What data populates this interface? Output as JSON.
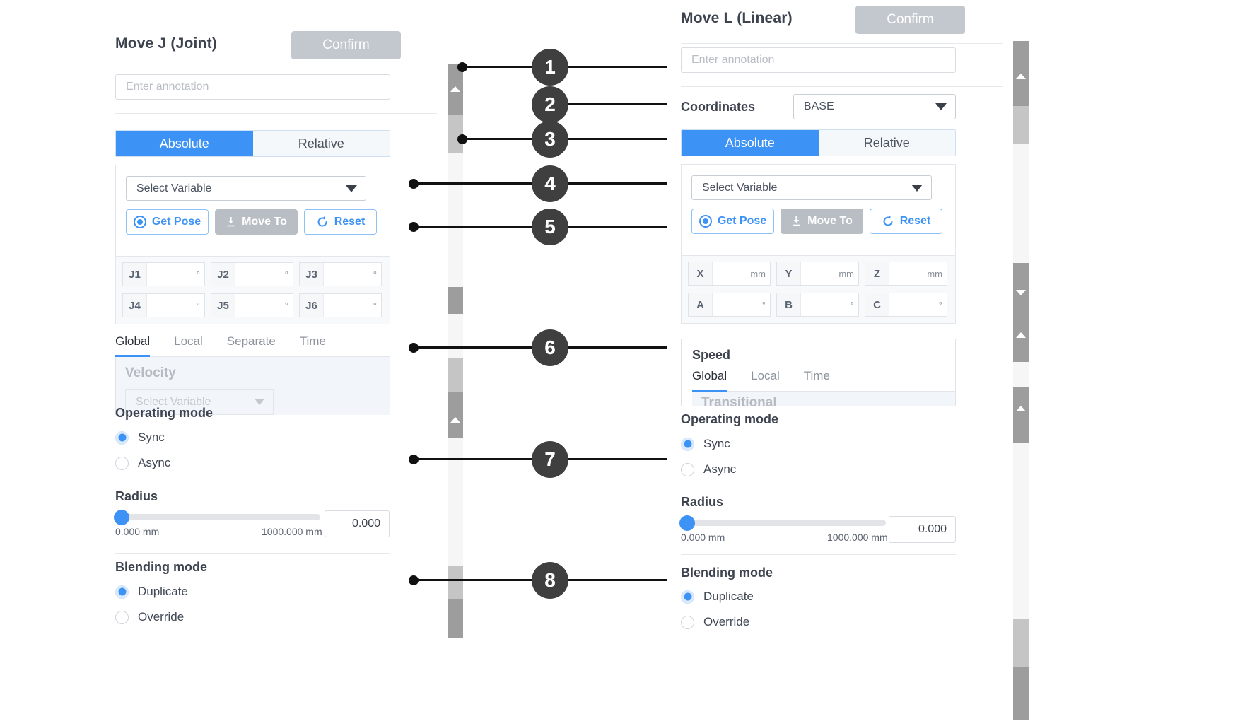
{
  "left_panel": {
    "title": "Move J (Joint)",
    "confirm_label": "Confirm",
    "annotation_placeholder": "Enter annotation",
    "mode_tabs": {
      "absolute": "Absolute",
      "relative": "Relative",
      "selected": "Absolute"
    },
    "variable_select": "Select Variable",
    "pose_buttons": {
      "get_pose": "Get Pose",
      "move_to": "Move To",
      "reset": "Reset"
    },
    "joint_fields": [
      {
        "label": "J1",
        "value": "",
        "unit": "°"
      },
      {
        "label": "J2",
        "value": "",
        "unit": "°"
      },
      {
        "label": "J3",
        "value": "",
        "unit": "°"
      },
      {
        "label": "J4",
        "value": "",
        "unit": "°"
      },
      {
        "label": "J5",
        "value": "",
        "unit": "°"
      },
      {
        "label": "J6",
        "value": "",
        "unit": "°"
      }
    ],
    "velocity_tabs": [
      "Global",
      "Local",
      "Separate",
      "Time"
    ],
    "velocity_tab_selected": "Global",
    "velocity_title": "Velocity",
    "velocity_select": "Select Variable",
    "operating_mode": {
      "title": "Operating mode",
      "options": [
        "Sync",
        "Async"
      ],
      "selected": "Sync"
    },
    "radius": {
      "title": "Radius",
      "min_label": "0.000 mm",
      "max_label": "1000.000 mm",
      "value": "0.000",
      "percent": 0
    },
    "blending_mode": {
      "title": "Blending mode",
      "options": [
        "Duplicate",
        "Override"
      ],
      "selected": "Duplicate"
    }
  },
  "right_panel": {
    "title": "Move L (Linear)",
    "confirm_label": "Confirm",
    "annotation_placeholder": "Enter annotation",
    "coordinates": {
      "label": "Coordinates",
      "value": "BASE"
    },
    "mode_tabs": {
      "absolute": "Absolute",
      "relative": "Relative",
      "selected": "Absolute"
    },
    "variable_select": "Select Variable",
    "pose_buttons": {
      "get_pose": "Get Pose",
      "move_to": "Move To",
      "reset": "Reset"
    },
    "cartesian_fields": [
      {
        "label": "X",
        "value": "",
        "unit": "mm"
      },
      {
        "label": "Y",
        "value": "",
        "unit": "mm"
      },
      {
        "label": "Z",
        "value": "",
        "unit": "mm"
      },
      {
        "label": "A",
        "value": "",
        "unit": "°"
      },
      {
        "label": "B",
        "value": "",
        "unit": "°"
      },
      {
        "label": "C",
        "value": "",
        "unit": "°"
      }
    ],
    "speed": {
      "title": "Speed",
      "tabs": [
        "Global",
        "Local",
        "Time"
      ],
      "tab_selected": "Global",
      "transitional_title": "Transitional"
    },
    "operating_mode": {
      "title": "Operating mode",
      "options": [
        "Sync",
        "Async"
      ],
      "selected": "Sync"
    },
    "radius": {
      "title": "Radius",
      "min_label": "0.000 mm",
      "max_label": "1000.000 mm",
      "value": "0.000",
      "percent": 0
    },
    "blending_mode": {
      "title": "Blending mode",
      "options": [
        "Duplicate",
        "Override"
      ],
      "selected": "Duplicate"
    }
  },
  "callouts": [
    {
      "number": "1"
    },
    {
      "number": "2"
    },
    {
      "number": "3"
    },
    {
      "number": "4"
    },
    {
      "number": "5"
    },
    {
      "number": "6"
    },
    {
      "number": "7"
    },
    {
      "number": "8"
    }
  ],
  "colors": {
    "accent": "#3d93f5",
    "confirm_disabled": "#c3c8ce",
    "callout": "#3f3f3f",
    "text_primary": "#3d4450",
    "text_muted": "#8d939c"
  }
}
